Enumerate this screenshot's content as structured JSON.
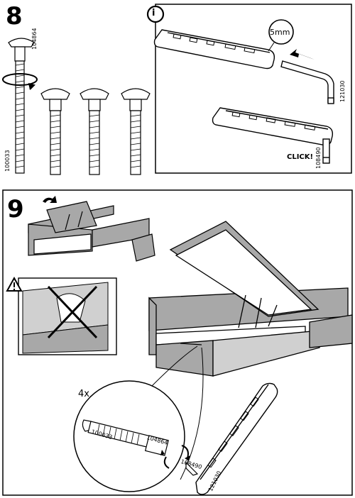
{
  "step8": {
    "number": "8",
    "screw_long_code": "104864",
    "screw_short_code": "100033"
  },
  "info_panel": {
    "info_glyph": "i",
    "hex_size": "5mm",
    "hex_key_code": "121030",
    "connector_code": "108490",
    "click_text": "CLICK!"
  },
  "step9": {
    "number": "9",
    "quantity": "4x",
    "screw_code_a": "100033",
    "screw_code_b": "104864",
    "connector_code": "108490",
    "hex_key_code": "121030"
  },
  "colors": {
    "line": "#000000",
    "gray_fabric": "#a8a8a8",
    "light_gray": "#d0d0d0",
    "background": "#ffffff"
  }
}
